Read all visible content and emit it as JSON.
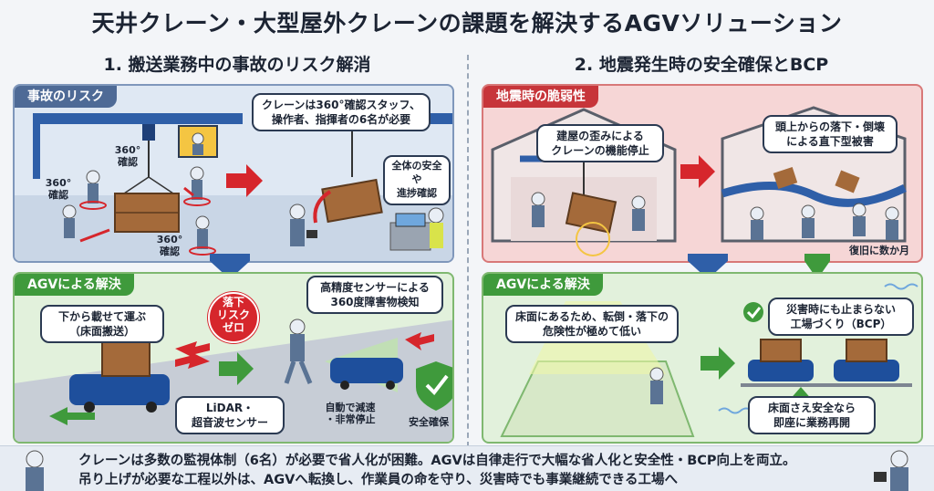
{
  "title": "天井クレーン・大型屋外クレーンの課題を解決するAGVソリューション",
  "left_section": {
    "heading": "1. 搬送業務中の事故のリスク解消",
    "risk_panel": {
      "header": "事故のリスク",
      "callout_staff": "クレーンは360°確認スタッフ、\n操作者、指揮者の6名が必要",
      "label_360_a": "360°\n確認",
      "label_360_b": "360°\n確認",
      "label_360_c": "360°\n確認",
      "callout_overall": "全体の安全や\n進捗確認"
    },
    "agv_panel": {
      "header": "AGVによる解決",
      "callout_floor": "下から載せて運ぶ\n（床面搬送）",
      "badge_zero": "落下\nリスク\nゼロ",
      "callout_sensor": "高精度センサーによる\n360度障害物検知",
      "label_lidar": "LiDAR・\n超音波センサー",
      "label_slowdown": "自動で減速\n・非常停止",
      "label_safety": "安全確保"
    }
  },
  "right_section": {
    "heading": "2. 地震発生時の安全確保とBCP",
    "quake_panel": {
      "header": "地震時の脆弱性",
      "callout_distortion": "建屋の歪みによる\nクレーンの機能停止",
      "callout_falling": "頭上からの落下・倒壊\nによる直下型被害",
      "label_recovery": "復旧に数か月"
    },
    "agv_panel": {
      "header": "AGVによる解決",
      "callout_floor_safe": "床面にあるため、転倒・落下の\n危険性が極めて低い",
      "callout_bcp": "災害時にも止まらない\n工場づくり（BCP）",
      "callout_resume": "床面さえ安全なら\n即座に業務再開"
    }
  },
  "footer": {
    "line1": "クレーンは多数の監視体制（6名）が必要で省人化が困難。AGVは自律走行で大幅な省人化と安全性・BCP向上を両立。",
    "line2": "吊り上げが必要な工程以外は、AGVへ転換し、作業員の命を守り、災害時でも事業継続できる工場へ"
  },
  "colors": {
    "risk_header": "#4e6a96",
    "quake_header": "#c7353a",
    "solution_header": "#3f9a3c",
    "accent_red": "#d6262c",
    "agv_blue": "#1e4f9c"
  }
}
